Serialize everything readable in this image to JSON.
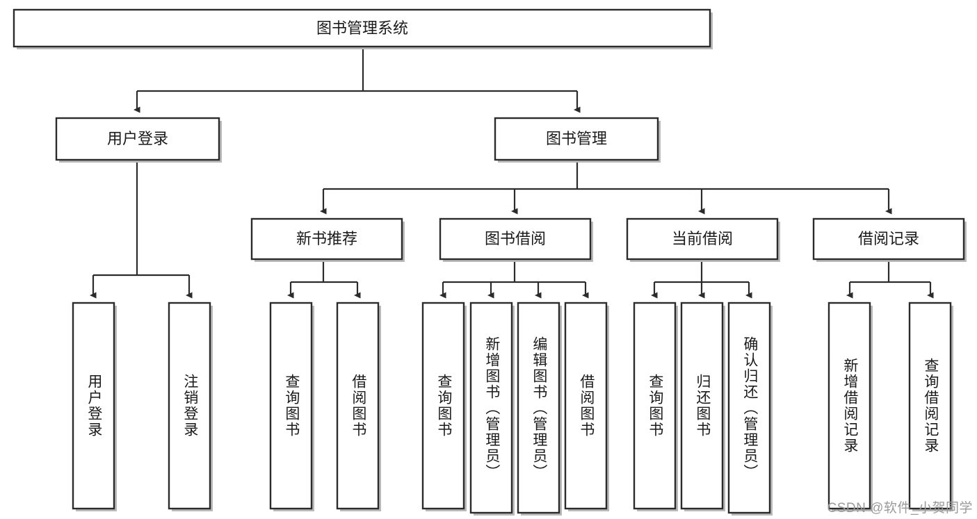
{
  "diagram": {
    "title": "图书管理系统",
    "type": "tree",
    "root": {
      "label": "图书管理系统"
    },
    "level2": [
      {
        "label": "用户登录"
      },
      {
        "label": "图书管理"
      }
    ],
    "level3": [
      {
        "label": "新书推荐"
      },
      {
        "label": "图书借阅"
      },
      {
        "label": "当前借阅"
      },
      {
        "label": "借阅记录"
      }
    ],
    "leaves": {
      "user_login": [
        {
          "label": "用户登录"
        },
        {
          "label": "注销登录"
        }
      ],
      "new_book_recommend": [
        {
          "label": "查询图书"
        },
        {
          "label": "借阅图书"
        }
      ],
      "book_borrow": [
        {
          "label": "查询图书"
        },
        {
          "label": "新增图书（管理员）"
        },
        {
          "label": "编辑图书（管理员）"
        },
        {
          "label": "借阅图书"
        }
      ],
      "current_borrow": [
        {
          "label": "查询图书"
        },
        {
          "label": "归还图书"
        },
        {
          "label": "确认归还（管理员）"
        }
      ],
      "borrow_record": [
        {
          "label": "新增借阅记录"
        },
        {
          "label": "查询借阅记录"
        }
      ]
    }
  },
  "watermark": {
    "text": "CSDN @软件_小贺同学"
  },
  "colors": {
    "stroke": "#2b2b2b",
    "box_fill": "#ffffff",
    "shadow": "#b9b9b9",
    "text": "#1a1a1a",
    "watermark": "#9a9a9a",
    "background": "#ffffff"
  }
}
